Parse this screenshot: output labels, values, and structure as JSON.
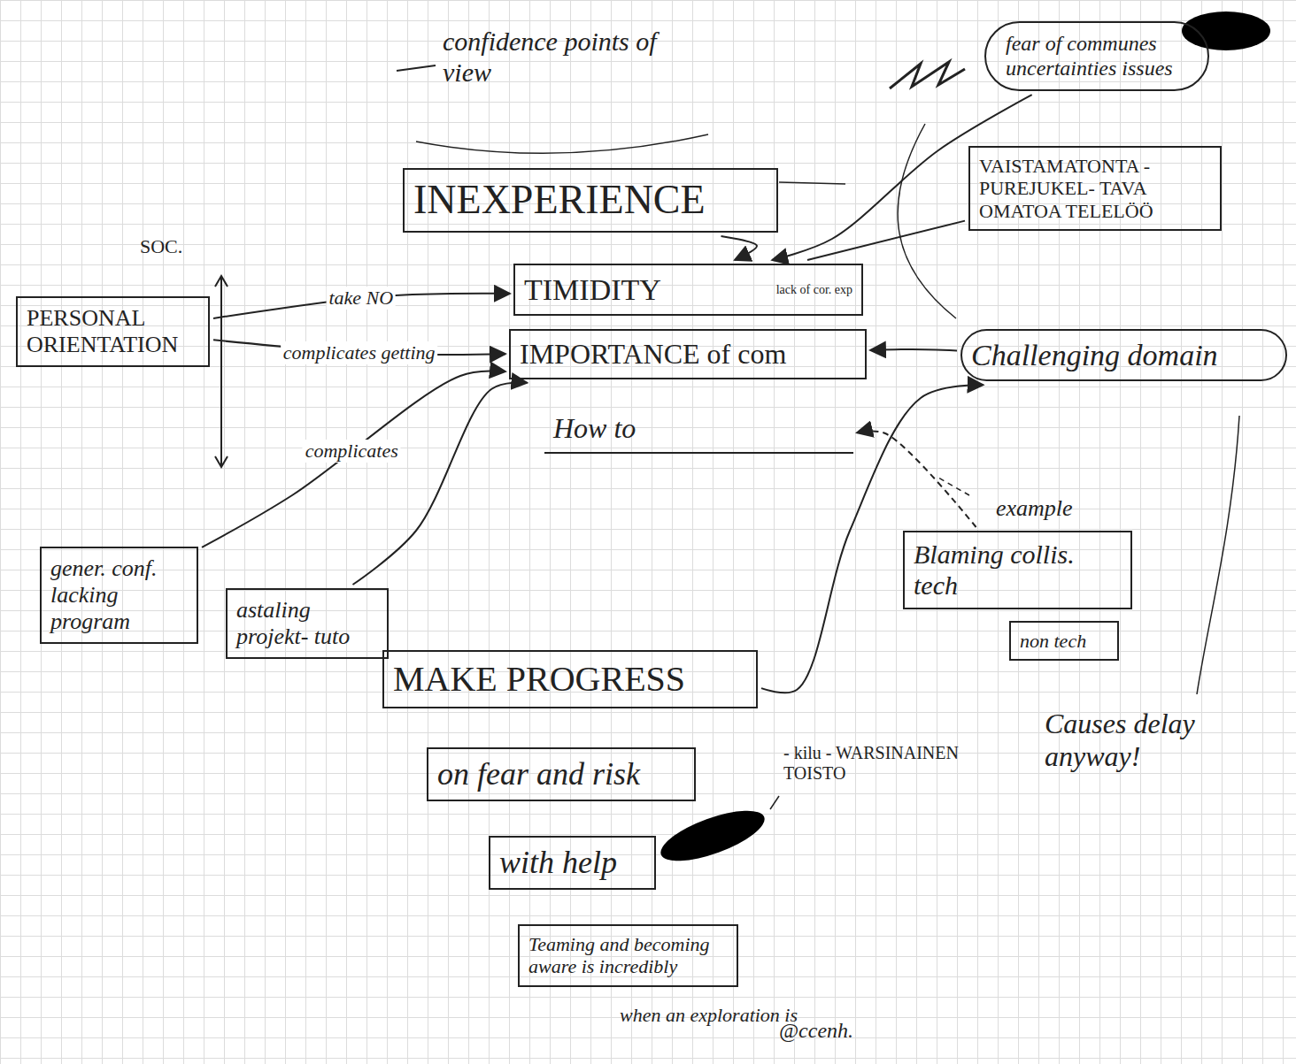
{
  "diagram": {
    "nodes": [
      {
        "text": [
          "fear of communes uncertainties issues"
        ]
      },
      {
        "text": [
          "INEXPERIENCE"
        ]
      },
      {
        "text": [
          "VAISTAMATONTA -PUREJUKEL- TAVA OMATOA TELELÖÖ"
        ]
      },
      {
        "text": [
          "TIMIDITY",
          "lack of cor. exp"
        ]
      },
      {
        "text": [
          "IMPORTANCE of com"
        ]
      },
      {
        "text": [
          "PERSONAL ORIENTATION"
        ]
      },
      {
        "text": [
          "How to"
        ]
      },
      {
        "text": [
          "Challenging domain"
        ]
      },
      {
        "text": [
          "Blaming collis. tech"
        ]
      },
      {
        "text": [
          "non tech"
        ]
      },
      {
        "text": [
          "gener. conf. lacking program"
        ]
      },
      {
        "text": [
          "astaling projekt- tuto"
        ]
      },
      {
        "text": [
          "MAKE PROGRESS"
        ]
      },
      {
        "text": [
          "on fear and risk"
        ]
      },
      {
        "text": [
          "with help"
        ]
      },
      {
        "text": [
          "Teaming and becoming aware is incredibly"
        ]
      }
    ],
    "edges": [
      {
        "from": 5,
        "to": 3,
        "label": "take NO",
        "arrow": "to"
      },
      {
        "from": 5,
        "to": 4,
        "label": "complicates getting",
        "arrow": "to"
      },
      {
        "from": 10,
        "to": 4,
        "label": "complicates",
        "arrow": "to"
      },
      {
        "from": 11,
        "to": 4,
        "arrow": "to"
      },
      {
        "from": 1,
        "to": 3,
        "arrow": "to"
      },
      {
        "from": 0,
        "to": 3,
        "arrow": "to"
      },
      {
        "from": 2,
        "to": 3,
        "arrow": "none"
      },
      {
        "from": 7,
        "to": 4,
        "arrow": "to"
      },
      {
        "from": 8,
        "to": 6,
        "arrow": "to"
      },
      {
        "from": 12,
        "to": 7,
        "arrow": "to"
      }
    ],
    "labels": [
      "confidence points of view",
      "SOC.",
      "example",
      "Causes delay anyway!",
      "- kilu - WARSINAINEN TOISTO",
      "when an exploration is",
      "@ccenh."
    ]
  }
}
